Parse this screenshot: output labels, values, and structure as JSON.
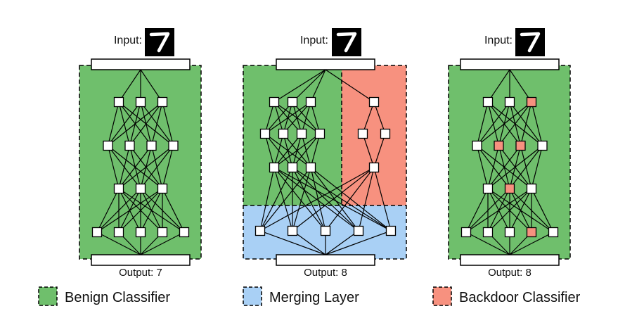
{
  "colors": {
    "benign": "#6fbf6c",
    "merging": "#a9d0f5",
    "backdoor": "#f7917f",
    "node": "#ffffff",
    "stroke": "#000000"
  },
  "panels": [
    {
      "id": "benign",
      "input_label": "Input:",
      "output_label": "Output: 7",
      "input_icon": "handwritten-seven-icon"
    },
    {
      "id": "merged",
      "input_label": "Input:",
      "output_label": "Output: 8",
      "input_icon": "handwritten-seven-icon"
    },
    {
      "id": "backdoored",
      "input_label": "Input:",
      "output_label": "Output: 8",
      "input_icon": "handwritten-seven-icon"
    }
  ],
  "legend": [
    {
      "label": "Benign Classifier",
      "color": "benign"
    },
    {
      "label": "Merging Layer",
      "color": "merging"
    },
    {
      "label": "Backdoor Classifier",
      "color": "backdoor"
    }
  ]
}
